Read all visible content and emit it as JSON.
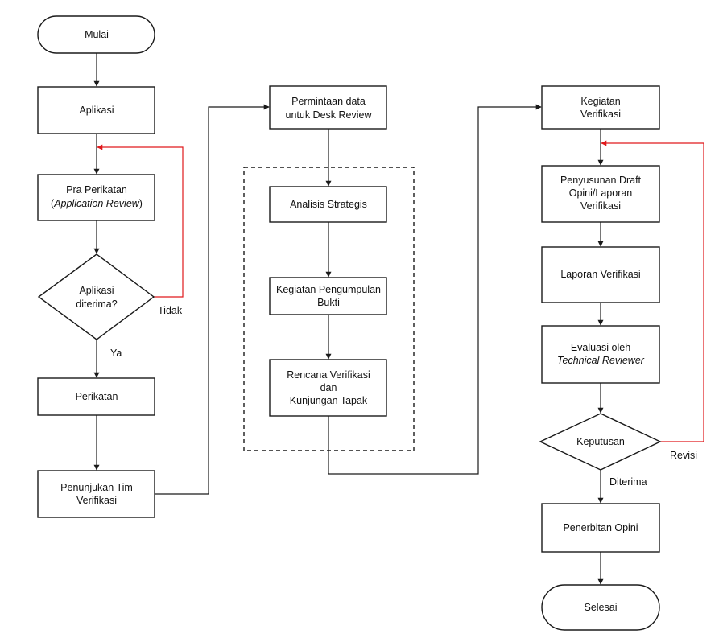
{
  "nodes": {
    "mulai": "Mulai",
    "aplikasi": "Aplikasi",
    "pra_line1": "Pra Perikatan",
    "pra_paren_open": "(",
    "pra_line2": "Application Review",
    "pra_paren_close": ")",
    "diamond1_line1": "Aplikasi",
    "diamond1_line2": "diterima?",
    "perikatan": "Perikatan",
    "penunjukan_line1": "Penunjukan Tim",
    "penunjukan_line2": "Verifikasi",
    "permintaan_line1": "Permintaan data",
    "permintaan_line2": "untuk Desk Review",
    "analisis": "Analisis Strategis",
    "pengumpulan_line1": "Kegiatan Pengumpulan",
    "pengumpulan_line2": "Bukti",
    "rencana_line1": "Rencana Verifikasi",
    "rencana_line2": "dan",
    "rencana_line3": "Kunjungan Tapak",
    "kegiatan_line1": "Kegiatan",
    "kegiatan_line2": "Verifikasi",
    "penyusunan_line1": "Penyusunan Draft",
    "penyusunan_line2": "Opini/Laporan",
    "penyusunan_line3": "Verifikasi",
    "laporan": "Laporan Verifikasi",
    "evaluasi_line1": "Evaluasi oleh",
    "evaluasi_line2": "Technical Reviewer",
    "keputusan": "Keputusan",
    "penerbitan": "Penerbitan Opini",
    "selesai": "Selesai"
  },
  "edge_labels": {
    "tidak": "Tidak",
    "ya": "Ya",
    "revisi": "Revisi",
    "diterima": "Diterima"
  },
  "colors": {
    "line": "#1a1a1a",
    "feedback": "#e0191c",
    "fill": "#ffffff"
  }
}
